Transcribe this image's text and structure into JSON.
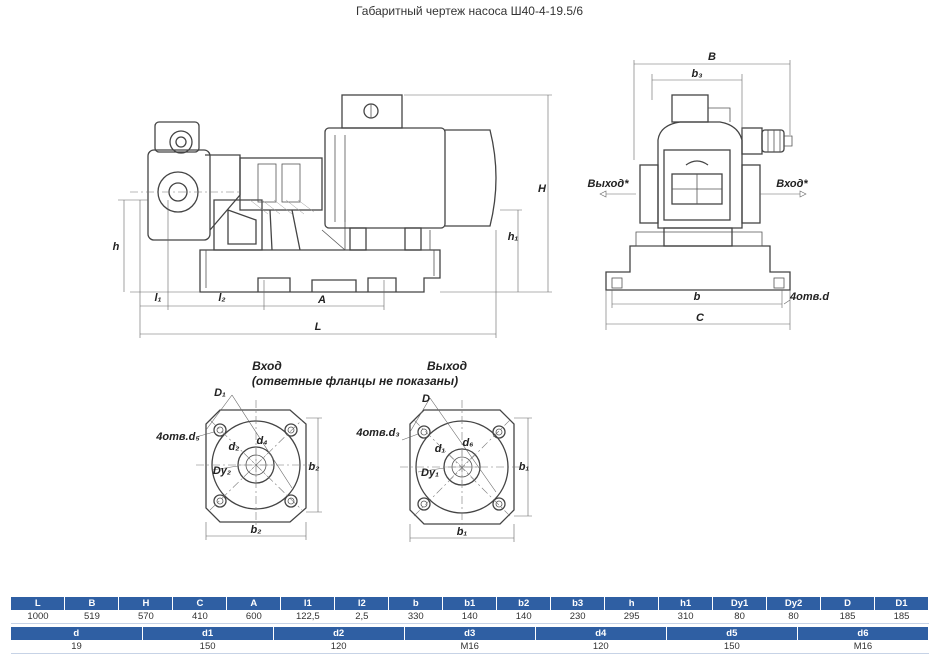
{
  "title": "Габаритный чертеж насоса Ш40-4-19.5/6",
  "side_view": {
    "labels": {
      "h": "h",
      "h1": "h₁",
      "H": "H",
      "l1": "l₁",
      "l2": "l₂",
      "A": "A",
      "L": "L"
    }
  },
  "front_view": {
    "labels": {
      "B": "B",
      "b3": "b₃",
      "b": "b",
      "C": "C",
      "holes": "4отв.d",
      "outlet": "Выход*",
      "inlet": "Вход*"
    }
  },
  "inlet_flange": {
    "caption": "Вход",
    "note": "(ответные фланцы не показаны)",
    "labels": {
      "D": "D₁",
      "holes": "4отв.d₅",
      "d_bolt": "d₂",
      "d_inner": "d₄",
      "Dy": "Dy₂",
      "b_v": "b₂",
      "b_h": "b₂"
    }
  },
  "outlet_flange": {
    "caption": "Выход",
    "labels": {
      "D": "D",
      "holes": "4отв.d₃",
      "d_bolt": "d₁",
      "d_inner": "d₆",
      "Dy": "Dy₁",
      "b_v": "b₁",
      "b_h": "b₁"
    }
  },
  "table": {
    "headers1": [
      "L",
      "B",
      "H",
      "C",
      "A",
      "l1",
      "l2",
      "b",
      "b1",
      "b2",
      "b3",
      "h",
      "h1",
      "Dy1",
      "Dy2",
      "D",
      "D1"
    ],
    "values1": [
      "1000",
      "519",
      "570",
      "410",
      "600",
      "122,5",
      "2,5",
      "330",
      "140",
      "140",
      "230",
      "295",
      "310",
      "80",
      "80",
      "185",
      "185"
    ],
    "headers2": [
      "d",
      "d1",
      "d2",
      "d3",
      "d4",
      "d5",
      "d6"
    ],
    "values2": [
      "19",
      "150",
      "120",
      "M16",
      "120",
      "150",
      "M16"
    ]
  }
}
